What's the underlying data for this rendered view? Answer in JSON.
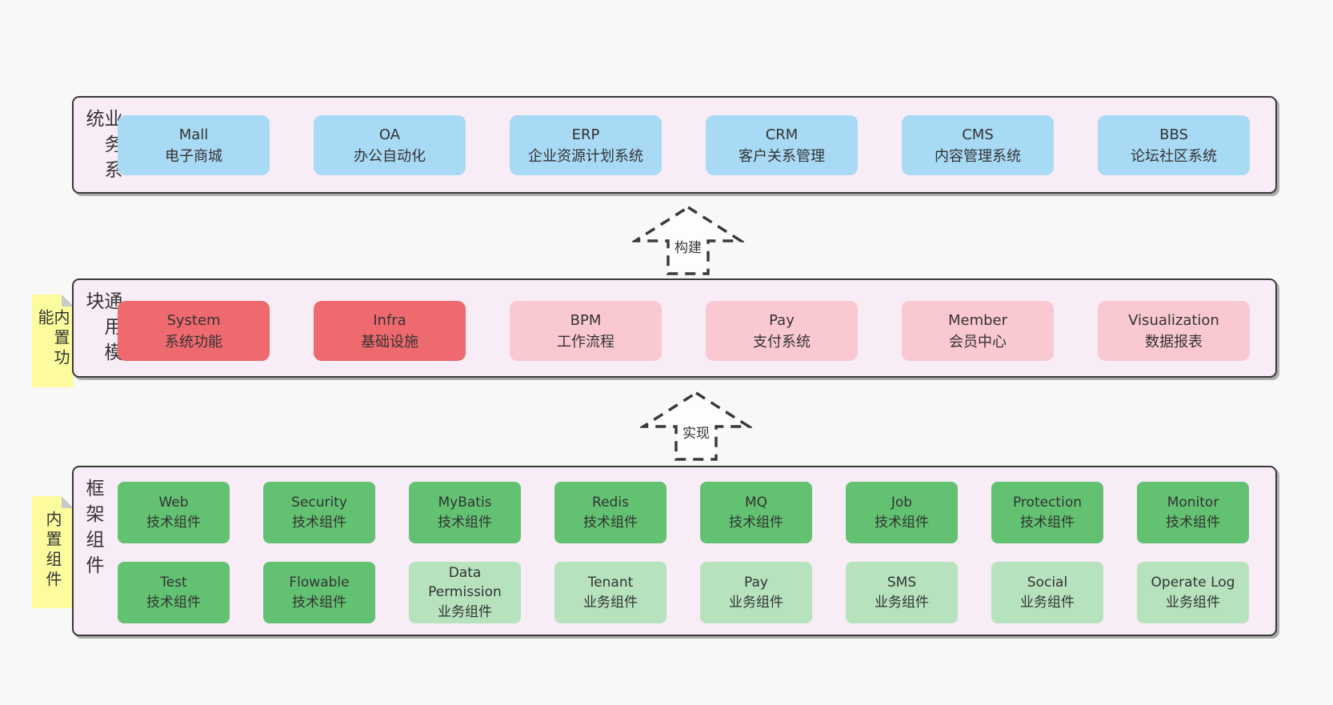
{
  "diagram": {
    "bands": [
      {
        "label": "业务系统",
        "boxes": [
          {
            "title": "Mall",
            "subtitle": "电子商城"
          },
          {
            "title": "OA",
            "subtitle": "办公自动化"
          },
          {
            "title": "ERP",
            "subtitle": "企业资源计划系统"
          },
          {
            "title": "CRM",
            "subtitle": "客户关系管理"
          },
          {
            "title": "CMS",
            "subtitle": "内容管理系统"
          },
          {
            "title": "BBS",
            "subtitle": "论坛社区系统"
          }
        ]
      },
      {
        "label": "通用模块",
        "sticky": "内置功能",
        "boxes": [
          {
            "title": "System",
            "subtitle": "系统功能"
          },
          {
            "title": "Infra",
            "subtitle": "基础设施"
          },
          {
            "title": "BPM",
            "subtitle": "工作流程"
          },
          {
            "title": "Pay",
            "subtitle": "支付系统"
          },
          {
            "title": "Member",
            "subtitle": "会员中心"
          },
          {
            "title": "Visualization",
            "subtitle": "数据报表"
          }
        ]
      },
      {
        "label": "框架组件",
        "sticky": "内置组件",
        "rows": [
          [
            {
              "title": "Web",
              "subtitle": "技术组件"
            },
            {
              "title": "Security",
              "subtitle": "技术组件"
            },
            {
              "title": "MyBatis",
              "subtitle": "技术组件"
            },
            {
              "title": "Redis",
              "subtitle": "技术组件"
            },
            {
              "title": "MQ",
              "subtitle": "技术组件"
            },
            {
              "title": "Job",
              "subtitle": "技术组件"
            },
            {
              "title": "Protection",
              "subtitle": "技术组件"
            },
            {
              "title": "Monitor",
              "subtitle": "技术组件"
            }
          ],
          [
            {
              "title": "Test",
              "subtitle": "技术组件"
            },
            {
              "title": "Flowable",
              "subtitle": "技术组件"
            },
            {
              "title": "Data Permission",
              "subtitle": "业务组件"
            },
            {
              "title": "Tenant",
              "subtitle": "业务组件"
            },
            {
              "title": "Pay",
              "subtitle": "业务组件"
            },
            {
              "title": "SMS",
              "subtitle": "业务组件"
            },
            {
              "title": "Social",
              "subtitle": "业务组件"
            },
            {
              "title": "Operate Log",
              "subtitle": "业务组件"
            }
          ]
        ]
      }
    ],
    "arrows": [
      {
        "label": "构建"
      },
      {
        "label": "实现"
      }
    ],
    "colors": {
      "page_background": "#f8f8f8",
      "band_fill": "#f8ecf6",
      "band_border": "#3a3a3a",
      "system_blue": "#a8daf5",
      "module_red": "#ef6a6e",
      "module_pink": "#fac8d1",
      "component_green": "#63c272",
      "component_light_green": "#b6e3bd",
      "sticky_yellow": "#fcfc9e",
      "text": "#333333"
    }
  }
}
